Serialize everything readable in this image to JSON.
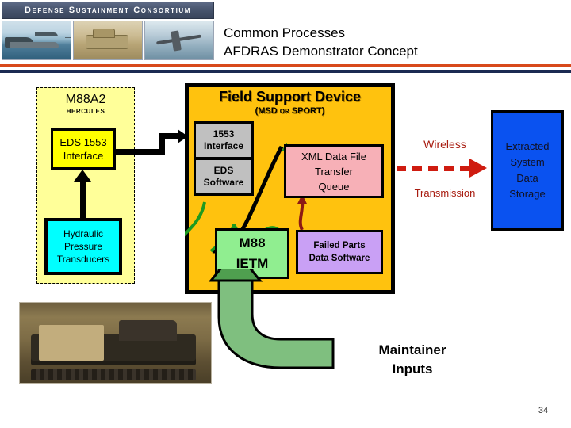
{
  "banner": {
    "title": "Defense Sustainment Consortium",
    "photos": [
      {
        "name": "navy-ships-photo",
        "caption": "Navy ships at sea"
      },
      {
        "name": "army-tank-photo",
        "caption": "Army tank in desert"
      },
      {
        "name": "air-force-bomber-photo",
        "caption": "Air Force bomber in flight"
      }
    ]
  },
  "slide": {
    "title_line1": "Common Processes",
    "title_line2": "AFDRAS Demonstrator Concept",
    "page_number": "34"
  },
  "diagram": {
    "m88a2_group": {
      "title": "M88A2",
      "subtitle": "HERCULES",
      "eds_interface": {
        "line1": "EDS 1553",
        "line2": "Interface"
      },
      "transducers": {
        "line1": "Hydraulic",
        "line2": "Pressure",
        "line3": "Transducers"
      }
    },
    "field_support_device": {
      "title": "Field Support Device",
      "subtitle": "(MSD or SPORT)",
      "interface_1553": {
        "line1": "1553",
        "line2": "Interface"
      },
      "eds_software": {
        "line1": "EDS",
        "line2": "Software"
      },
      "xml_queue": {
        "line1": "XML Data File",
        "line2": "Transfer",
        "line3": "Queue"
      },
      "ietm": {
        "line1": "M88",
        "line2": "IETM"
      },
      "failed_parts": {
        "line1": "Failed Parts",
        "line2": "Data Software"
      }
    },
    "wireless": {
      "line1": "Wireless",
      "line2": "Transmission"
    },
    "storage": {
      "line1": "Extracted",
      "line2": "System",
      "line3": "Data",
      "line4": "Storage"
    },
    "maintainer": {
      "line1": "Maintainer",
      "line2": "Inputs"
    },
    "vehicle_photo_caption": "M88 Hercules recovery vehicle"
  },
  "colors": {
    "banner_bar": "#48556e",
    "rule_orange": "#d8491b",
    "rule_navy": "#1b2a52",
    "m88a2_group_fill": "#ffff99",
    "eds_interface_fill": "#ffff00",
    "transducers_fill": "#00ffff",
    "fsd_fill": "#ffc20e",
    "gray_box_fill": "#c0c0c0",
    "xml_queue_fill": "#f7b0b7",
    "ietm_fill": "#90ee90",
    "failed_parts_fill": "#c9a0f5",
    "storage_fill": "#0a52f0",
    "wireless_text": "#a81c10",
    "wireless_arrow": "#cf1c10",
    "green_connector": "#1f9a20",
    "red_connector": "#8c1a14",
    "maintainer_arrow_fill": "#7fbf7f"
  }
}
